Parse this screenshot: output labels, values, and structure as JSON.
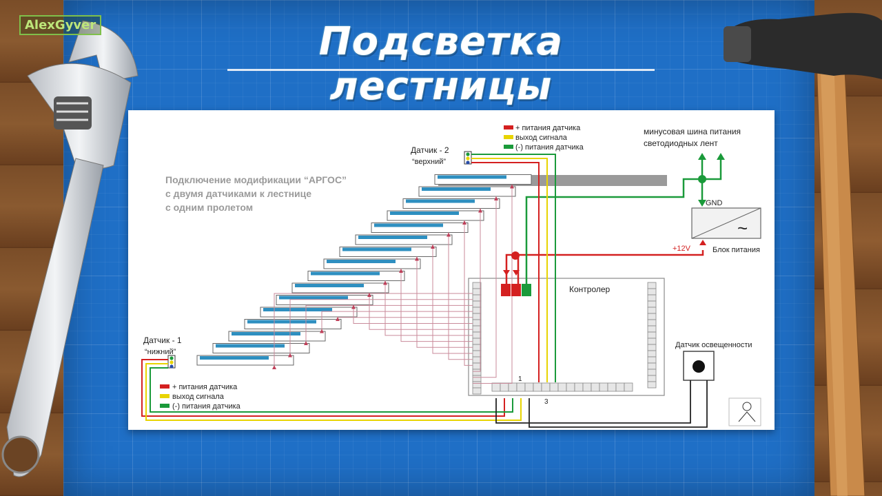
{
  "title": "Подсветка лестницы",
  "watermark": "AlexGyver",
  "diagram": {
    "caption": [
      "Подключение модификации “АРГОС”",
      "с двумя датчиками к лестнице",
      "с одним пролетом"
    ],
    "sensor_top": [
      "Датчик - 2",
      "“верхний”"
    ],
    "sensor_bottom": [
      "Датчик - 1",
      "“нижний”"
    ],
    "legend": [
      "+ питания датчика",
      "выход сигнала",
      "(-) питания датчика"
    ],
    "bus_label": [
      "минусовая шина питания",
      "светодиодных лент"
    ],
    "gnd": "GND",
    "v12": "+12V",
    "power_supply": "Блок питания",
    "controller": "Контролер",
    "light_sensor": "Датчик освещенности",
    "pin1": "1",
    "pin3": "3",
    "ac_symbol": "~"
  },
  "colors": {
    "board": "#1f6fc6",
    "wire_red": "#d42020",
    "wire_yellow": "#e8d400",
    "wire_green": "#1a9a3a",
    "wire_pink": "#c98a9a",
    "wire_black": "#222222",
    "led_strip": "#2e8fc0",
    "strip_grey": "#9a9a9a"
  }
}
